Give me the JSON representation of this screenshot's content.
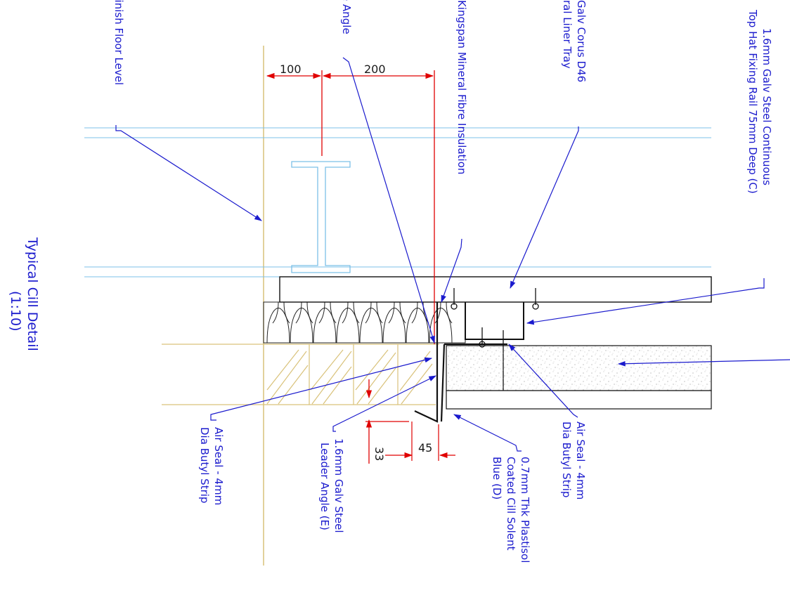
{
  "title": {
    "line1": "Typical Cill Detail",
    "line2": "(1:10)"
  },
  "labels": {
    "finish_floor_level": "Finish Floor Level",
    "angle": "e Angle",
    "insulation": "Kingspan Mineral Fibre Insulation",
    "liner_tray_line1": "Galv Corus D46",
    "liner_tray_line2": "ral Liner Tray",
    "fixing_rail_line1": "1.6mm Galv Steel Continuous",
    "fixing_rail_line2": "Top Hat Fixing Rail 75mm Deep (C)",
    "air_seal_left_line1": "Air Seal - 4mm",
    "air_seal_left_line2": "Dia Butyl Strip",
    "leader_angle_line1": "1.6mm Galv Steel",
    "leader_angle_line2": "Leader Angle (E)",
    "cill_line1": "0.7mm Thk Plastisol",
    "cill_line2": "Coated Cill Solent",
    "cill_line3": "Blue (D)",
    "air_seal_right_line1": "Air Seal - 4mm",
    "air_seal_right_line2": "Dia Butyl Strip"
  },
  "dimensions": {
    "d100": "100",
    "d200": "200",
    "d33": "33",
    "d45": "45"
  },
  "colors": {
    "label_blue": "#1a1acd",
    "dimension_red": "#e00000",
    "grid_blue": "#7cc0e8",
    "timber_tan": "#d9c27a",
    "outline_black": "#111111"
  }
}
